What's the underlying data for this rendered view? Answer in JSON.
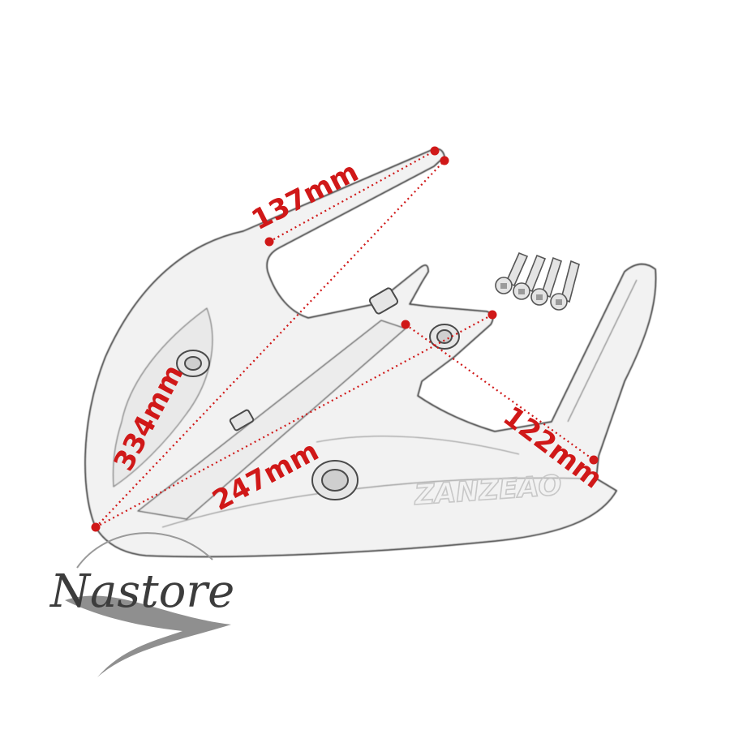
{
  "dimensions": [
    {
      "id": "dim-137",
      "label": "137mm"
    },
    {
      "id": "dim-334",
      "label": "334mm"
    },
    {
      "id": "dim-247",
      "label": "247mm"
    },
    {
      "id": "dim-122",
      "label": "122mm"
    }
  ],
  "brand": {
    "name": "Nastore"
  },
  "watermark": {
    "text": "ZANZEAO"
  },
  "colors": {
    "dimension": "#d01818",
    "outline": "#4a4a4a",
    "part_fill": "#f2f2f2",
    "brand_text": "#3c3c3c",
    "brand_swoosh": "#8f8f8f"
  }
}
